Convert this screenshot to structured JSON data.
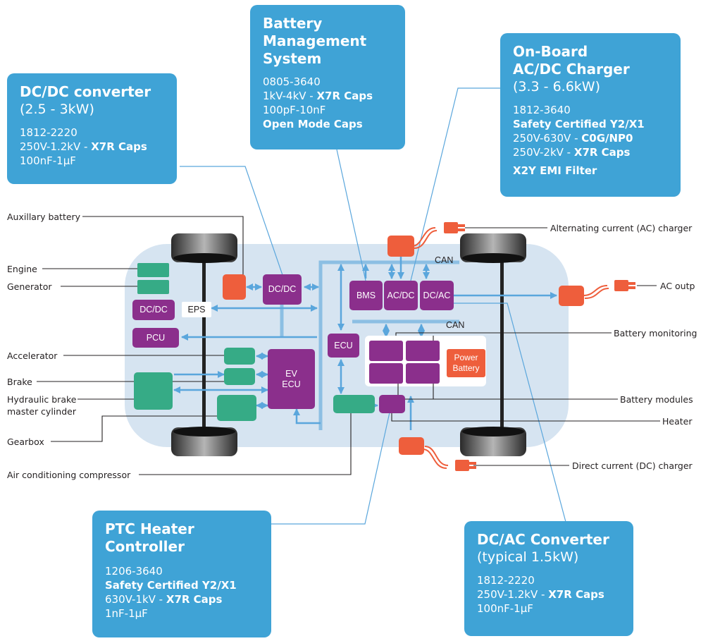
{
  "cards": {
    "dcdc": {
      "title": "DC/DC converter",
      "subtitle": "(2.5 - 3kW)",
      "l1": "1812-2220",
      "l2a": "250V-1.2kV - ",
      "l2b": "X7R Caps",
      "l3": "100nF-1µF"
    },
    "bms": {
      "title1": "Battery",
      "title2": "Management",
      "title3": "System",
      "l1": "0805-3640",
      "l2a": "1kV-4kV - ",
      "l2b": "X7R Caps",
      "l3": "100pF-10nF",
      "l4": "Open Mode Caps"
    },
    "charger": {
      "title1": "On-Board",
      "title2": "AC/DC Charger",
      "subtitle": "(3.3 - 6.6kW)",
      "l1": "1812-3640",
      "l2": "Safety Certified Y2/X1",
      "l3a": "250V-630V - ",
      "l3b": "C0G/NP0",
      "l4a": "250V-2kV - ",
      "l4b": "X7R Caps",
      "l5": "X2Y EMI Filter"
    },
    "ptc": {
      "title1": "PTC Heater",
      "title2": "Controller",
      "l1": "1206-3640",
      "l2": "Safety Certified Y2/X1",
      "l3a": "630V-1kV - ",
      "l3b": "X7R Caps",
      "l4": "1nF-1µF"
    },
    "dcac": {
      "title": "DC/AC Converter",
      "subtitle": "(typical 1.5kW)",
      "l1": "1812-2220",
      "l2a": "250V-1.2kV - ",
      "l2b": "X7R Caps",
      "l3": "100nF-1µF"
    }
  },
  "labels": {
    "aux_battery": "Auxillary battery",
    "engine": "Engine",
    "generator": "Generator",
    "accelerator": "Accelerator",
    "brake": "Brake",
    "hydraulic1": "Hydraulic brake",
    "hydraulic2": "master cylinder",
    "gearbox": "Gearbox",
    "ac_compressor": "Air conditioning compressor",
    "ac_charger": "Alternating current (AC) charger",
    "ac_output": "AC outp",
    "battery_monitoring": "Battery monitoring",
    "battery_modules": "Battery modules",
    "heater": "Heater",
    "dc_charger": "Direct current (DC) charger"
  },
  "blocks": {
    "dcdc_left": "DC/DC",
    "pcu": "PCU",
    "eps": "EPS",
    "dcdc_center": "DC/DC",
    "bms": "BMS",
    "acdc": "AC/DC",
    "dcac": "DC/AC",
    "ecu": "ECU",
    "ev_ecu1": "EV",
    "ev_ecu2": "ECU",
    "power_battery1": "Power",
    "power_battery2": "Battery",
    "can_top": "CAN",
    "can_bottom": "CAN"
  },
  "colors": {
    "card_blue": "#3fa3d6",
    "module_purple": "#8b2f8c",
    "component_green": "#36ab86",
    "connector_orange": "#ee5e3c",
    "body_lightblue": "#d6e4f1",
    "bus_blue": "#8cbfe3"
  }
}
